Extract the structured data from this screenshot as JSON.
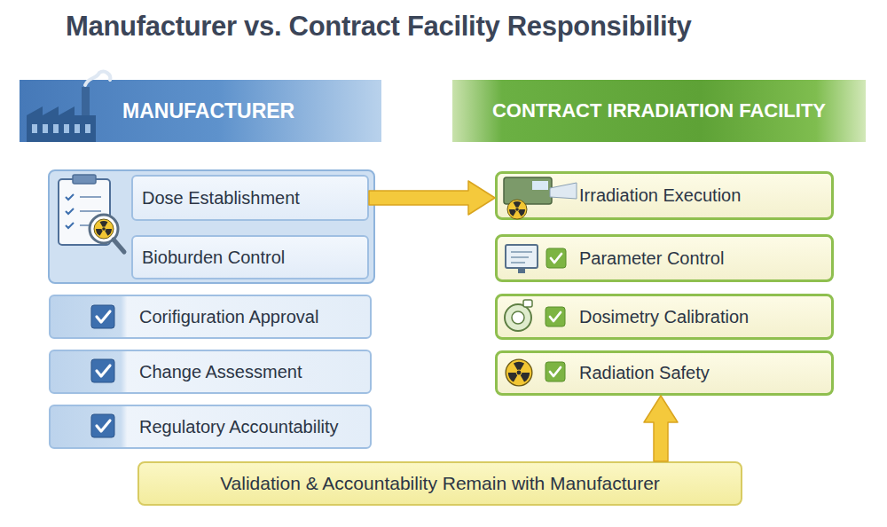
{
  "diagram": {
    "title": "Manufacturer vs. Contract Facility Responsibility",
    "nodes": [
      {
        "text": [
          "MANUFACTURER"
        ]
      },
      {
        "text": [
          "CONTRACT IRRADIATION FACILITY"
        ]
      },
      {
        "text": [
          "Dose Establishment"
        ]
      },
      {
        "text": [
          "Bioburden Control"
        ]
      },
      {
        "text": [
          "Corifiguration Approval"
        ]
      },
      {
        "text": [
          "Change Assessment"
        ]
      },
      {
        "text": [
          "Regulatory Accountability"
        ]
      },
      {
        "text": [
          "Irradiation Execution"
        ]
      },
      {
        "text": [
          "Parameter Control"
        ]
      },
      {
        "text": [
          "Dosimetry Calibration"
        ]
      },
      {
        "text": [
          "Radiation Safety"
        ]
      },
      {
        "text": [
          "Validation & Accountability Remain with Manufacturer"
        ]
      }
    ],
    "edges": [
      {
        "from": 2,
        "to": 7,
        "arrow": "to"
      },
      {
        "from": 11,
        "to": 10,
        "arrow": "to"
      }
    ]
  }
}
